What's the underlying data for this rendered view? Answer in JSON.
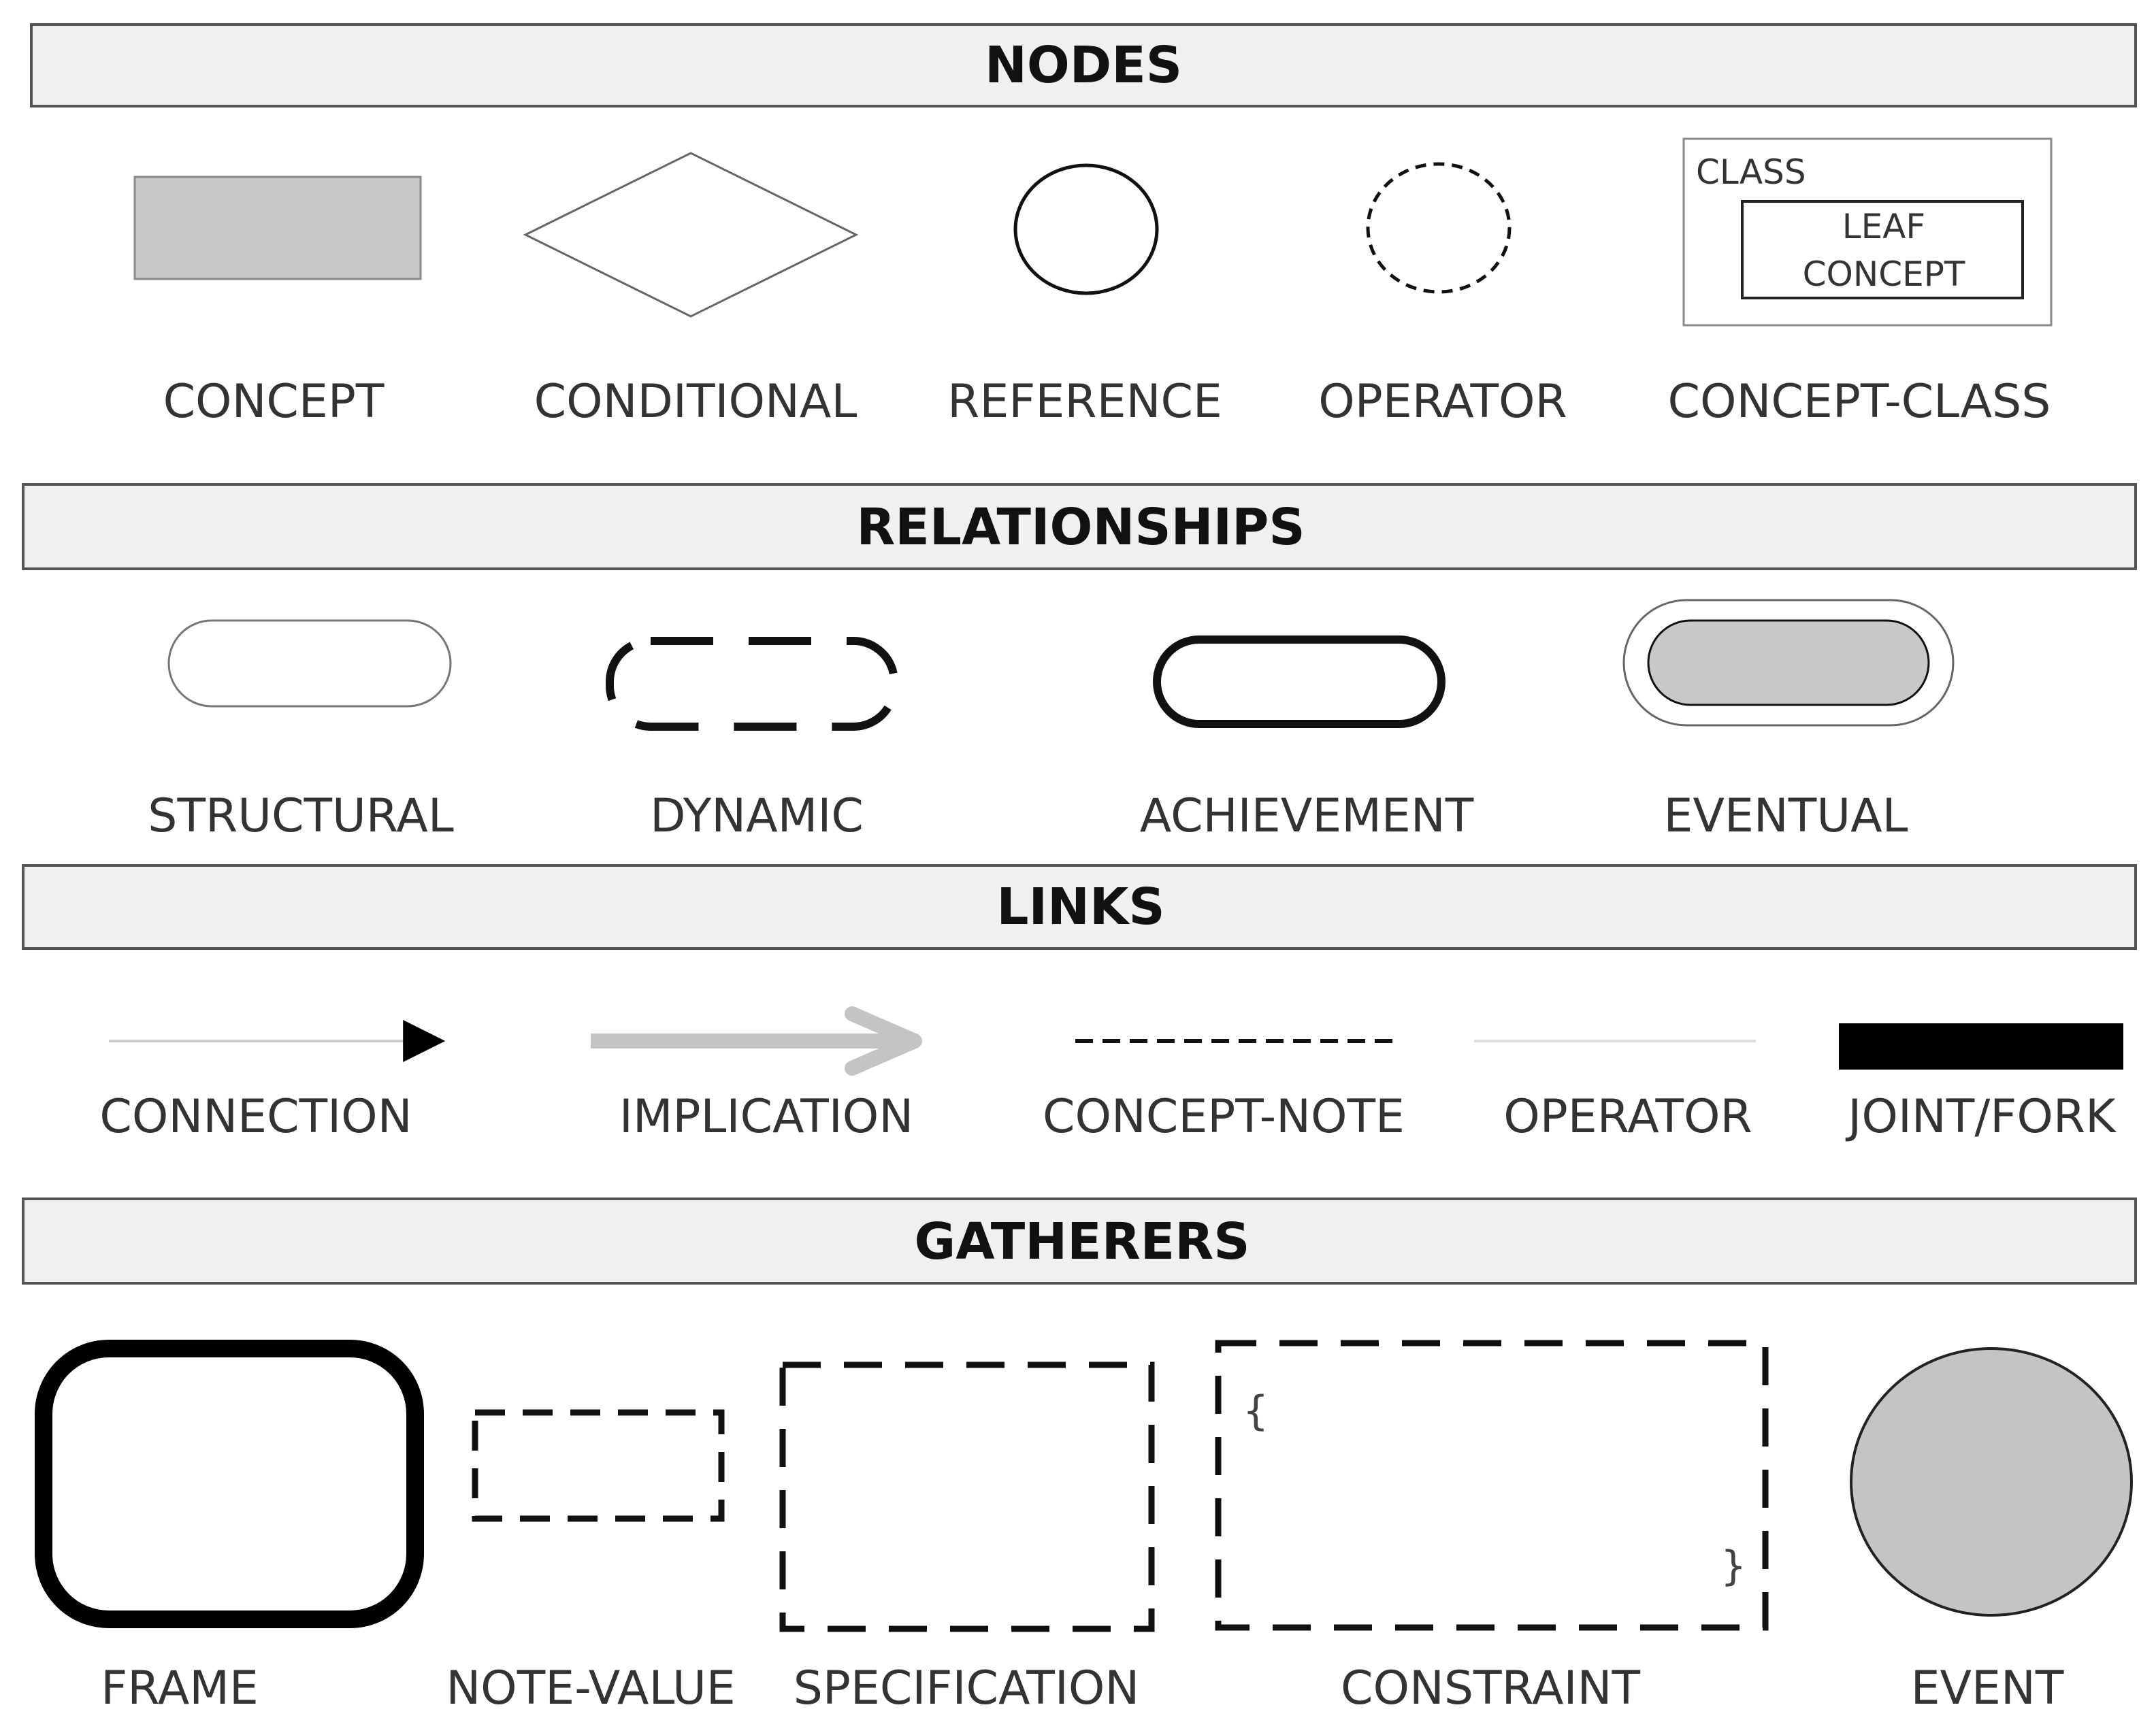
{
  "sections": {
    "nodes": {
      "title": "NODES",
      "items": {
        "concept": "CONCEPT",
        "conditional": "CONDITIONAL",
        "reference": "REFERENCE",
        "operator": "OPERATOR",
        "concept_class": "CONCEPT-CLASS"
      },
      "concept_class_inner": {
        "class_label": "CLASS",
        "leaf_line1": "LEAF",
        "leaf_line2": "CONCEPT"
      }
    },
    "relationships": {
      "title": "RELATIONSHIPS",
      "items": {
        "structural": "STRUCTURAL",
        "dynamic": "DYNAMIC",
        "achievement": "ACHIEVEMENT",
        "eventual": "EVENTUAL"
      }
    },
    "links": {
      "title": "LINKS",
      "items": {
        "connection": "CONNECTION",
        "implication": "IMPLICATION",
        "concept_note": "CONCEPT-NOTE",
        "operator": "OPERATOR",
        "joint_fork": "JOINT/FORK"
      }
    },
    "gatherers": {
      "title": "GATHERERS",
      "items": {
        "frame": "FRAME",
        "note_value": "NOTE-VALUE",
        "specification": "SPECIFICATION",
        "constraint": "CONSTRAINT",
        "event": "EVENT"
      },
      "constraint_open_brace": "{",
      "constraint_close_brace": "}"
    }
  },
  "colors": {
    "concept_fill": "#c8c8c8",
    "eventual_fill": "#c8c8c8",
    "event_fill": "#c4c4c4",
    "implication_arrow": "#c4c4c4",
    "joint_fork": "#000000",
    "header_fill": "#f0f0f0"
  }
}
